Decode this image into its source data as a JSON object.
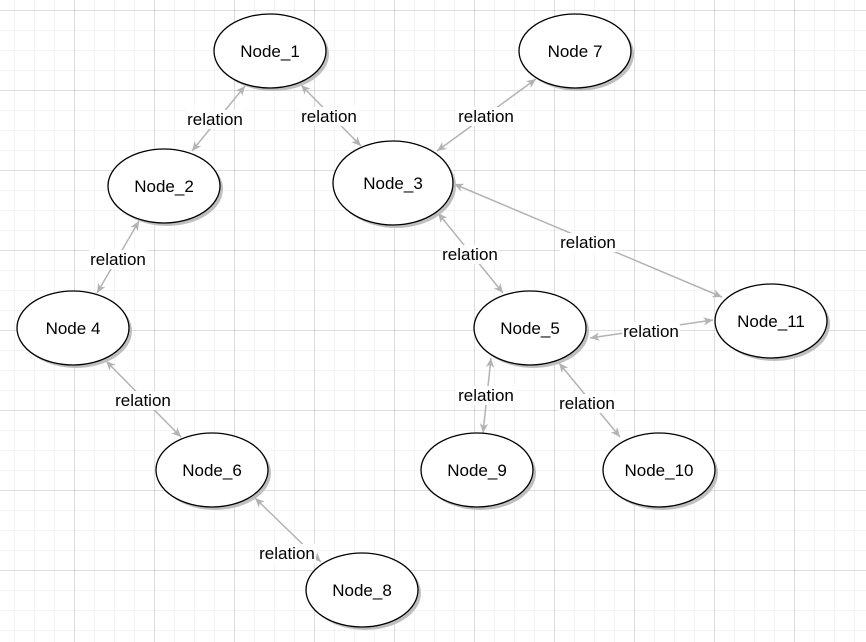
{
  "diagram": {
    "nodes": [
      {
        "id": "n1",
        "label": "Node_1"
      },
      {
        "id": "n7",
        "label": "Node 7"
      },
      {
        "id": "n2",
        "label": "Node_2"
      },
      {
        "id": "n3",
        "label": "Node_3"
      },
      {
        "id": "n4",
        "label": "Node 4"
      },
      {
        "id": "n5",
        "label": "Node_5"
      },
      {
        "id": "n11",
        "label": "Node_11"
      },
      {
        "id": "n6",
        "label": "Node_6"
      },
      {
        "id": "n9",
        "label": "Node_9"
      },
      {
        "id": "n10",
        "label": "Node_10"
      },
      {
        "id": "n8",
        "label": "Node_8"
      }
    ],
    "edges": [
      {
        "from": "n1",
        "to": "n2",
        "label": "relation",
        "bidirectional": true
      },
      {
        "from": "n1",
        "to": "n3",
        "label": "relation",
        "bidirectional": true
      },
      {
        "from": "n7",
        "to": "n3",
        "label": "relation",
        "bidirectional": true
      },
      {
        "from": "n2",
        "to": "n4",
        "label": "relation",
        "bidirectional": true
      },
      {
        "from": "n3",
        "to": "n5",
        "label": "relation",
        "bidirectional": true
      },
      {
        "from": "n3",
        "to": "n11",
        "label": "relation",
        "bidirectional": true
      },
      {
        "from": "n5",
        "to": "n11",
        "label": "relation",
        "bidirectional": true
      },
      {
        "from": "n4",
        "to": "n6",
        "label": "relation",
        "bidirectional": true
      },
      {
        "from": "n5",
        "to": "n9",
        "label": "relation",
        "bidirectional": true
      },
      {
        "from": "n5",
        "to": "n10",
        "label": "relation",
        "bidirectional": true
      },
      {
        "from": "n6",
        "to": "n8",
        "label": "relation",
        "bidirectional": true
      }
    ],
    "colors": {
      "edge": "#b3b3b3",
      "node_stroke": "#000000",
      "node_fill": "#ffffff",
      "grid": "#e6e6e6"
    }
  }
}
